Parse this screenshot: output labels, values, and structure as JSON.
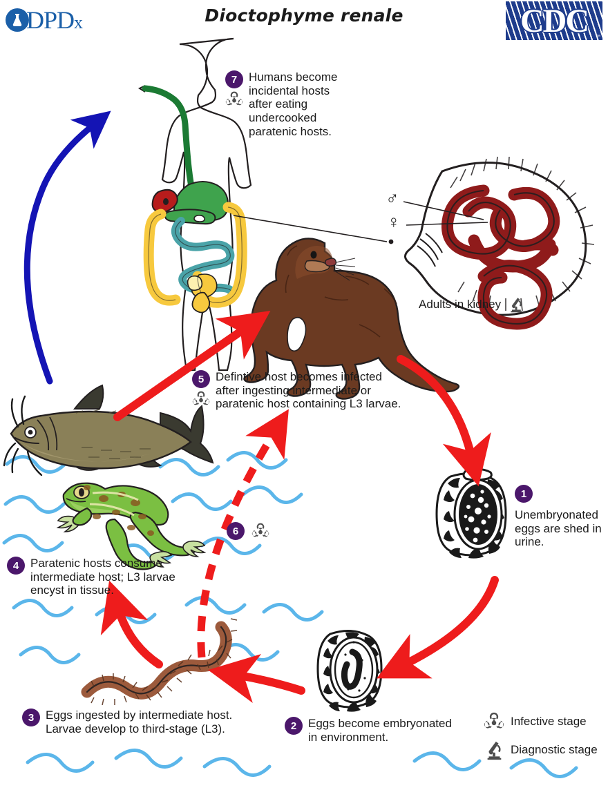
{
  "header": {
    "dpdx_logo_text": "DPD",
    "dpdx_logo_text_sub": "x",
    "title": "Dioctophyme renale",
    "cdc_logo_text": "CDC",
    "cdc_tm": "™"
  },
  "steps": [
    {
      "number": "1",
      "text": "Unembryonated\neggs are shed in\nurine.",
      "icons": []
    },
    {
      "number": "2",
      "text": "Eggs become embryonated\nin environment.",
      "icons": []
    },
    {
      "number": "3",
      "text": "Eggs ingested by intermediate host.\nLarvae develop to third-stage (L3).",
      "icons": []
    },
    {
      "number": "4",
      "text": "Paratenic hosts consume\nintermediate host; L3 larvae\nencyst in tissue.",
      "icons": []
    },
    {
      "number": "5",
      "text": "Defintive host becomes infected\nafter ingesting intermediate or\nparatenic host containing L3 larvae.",
      "icons": [
        "biohazard-icon"
      ]
    },
    {
      "number": "6",
      "text": "",
      "icons": [
        "biohazard-icon"
      ]
    },
    {
      "number": "7",
      "text": "Humans become\nincidental hosts\nafter eating\nundercooked\nparatenic hosts.",
      "icons": [
        "biohazard-icon"
      ]
    }
  ],
  "labels": {
    "adults_in_kidney": "Adults in kidney",
    "male_symbol": "♂",
    "female_symbol": "♀"
  },
  "legend": [
    {
      "icon": "biohazard-icon",
      "label": "Infective stage"
    },
    {
      "icon": "microscope-icon",
      "label": "Diagnostic stage"
    }
  ],
  "colors": {
    "badge_purple": "#4b176b",
    "arrow_red": "#ee1c1c",
    "arrow_blue": "#1414b4",
    "water_blue": "#5bb6ea",
    "worm_red": "#8f1b1b",
    "mink_brown": "#6b3a22",
    "frog_green": "#7bbf42",
    "fish_olive": "#8a8058",
    "oligochaete_brown": "#9c5a3c",
    "cdc_blue": "#1e3c8c",
    "dpdx_blue": "#1b5fa8"
  }
}
